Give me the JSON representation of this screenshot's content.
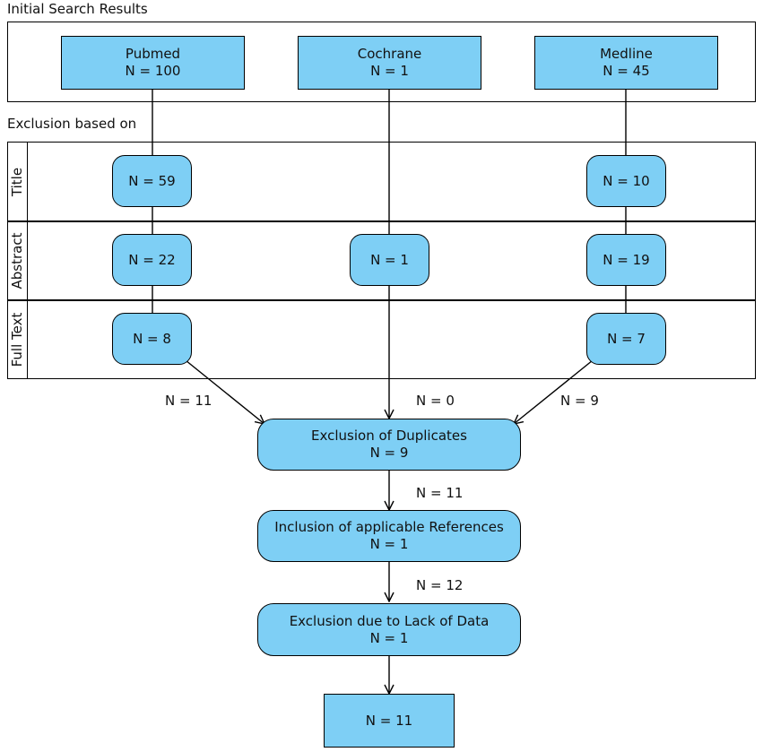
{
  "headings": {
    "initial": "Initial Search Results",
    "exclusion": "Exclusion based on"
  },
  "rows": {
    "title": "Title",
    "abstract": "Abstract",
    "fulltext": "Full Text"
  },
  "sources": {
    "pubmed": {
      "name": "Pubmed",
      "n": "N = 100"
    },
    "cochrane": {
      "name": "Cochrane",
      "n": "N = 1"
    },
    "medline": {
      "name": "Medline",
      "n": "N = 45"
    }
  },
  "title_row": {
    "pubmed": "N = 59",
    "medline": "N = 10"
  },
  "abstract_row": {
    "pubmed": "N = 22",
    "cochrane": "N = 1",
    "medline": "N = 19"
  },
  "fulltext_row": {
    "pubmed": "N = 8",
    "medline": "N = 7"
  },
  "edges": {
    "pubmed_to_dup": "N = 11",
    "cochrane_to_dup": "N = 0",
    "medline_to_dup": "N = 9",
    "dup_to_incl": "N = 11",
    "incl_to_lack": "N = 12"
  },
  "stages": {
    "duplicates": {
      "label": "Exclusion of Duplicates",
      "n": "N = 9"
    },
    "inclusion": {
      "label": "Inclusion of applicable References",
      "n": "N = 1"
    },
    "lack": {
      "label": "Exclusion due to Lack of Data",
      "n": "N = 1"
    },
    "final": {
      "n": "N = 11"
    }
  },
  "colors": {
    "box_fill": "#7ecff5",
    "stroke": "#000000"
  }
}
